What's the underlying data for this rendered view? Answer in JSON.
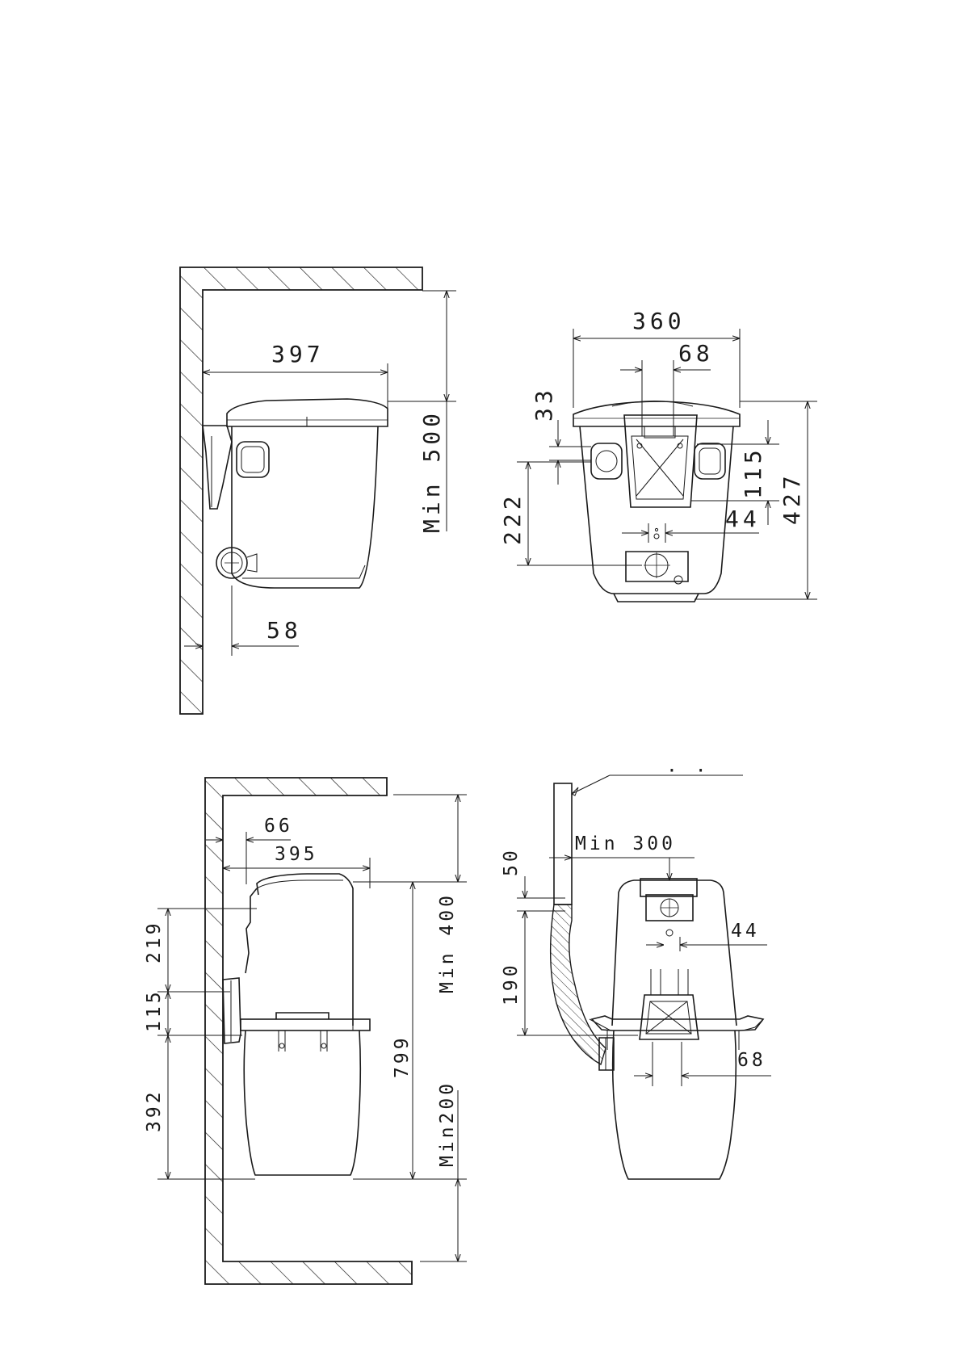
{
  "views": {
    "top_left": {
      "dims": {
        "width": "397",
        "clearance_top": "Min 500",
        "pipe_offset": "58"
      }
    },
    "top_right": {
      "dims": {
        "width": "360",
        "inlet_width": "68",
        "offset_top": "33",
        "height_to_outlet": "222",
        "bracket_height": "115",
        "bracket_offset": "44",
        "total_height": "427"
      }
    },
    "bottom_left": {
      "dims": {
        "wall_offset": "66",
        "width": "395",
        "upper_height": "219",
        "bracket_height": "115",
        "lower_height": "392",
        "clearance_top": "Min 400",
        "total_height": "799",
        "clearance_bottom": "Min200"
      }
    },
    "bottom_right": {
      "dims": {
        "clearance_side": "Min 300",
        "offset_top": "50",
        "pipe_drop": "190",
        "outlet_offset": "44",
        "bracket_width": "68"
      }
    }
  },
  "colors": {
    "line": "#1a1a1a",
    "background": "#ffffff"
  }
}
